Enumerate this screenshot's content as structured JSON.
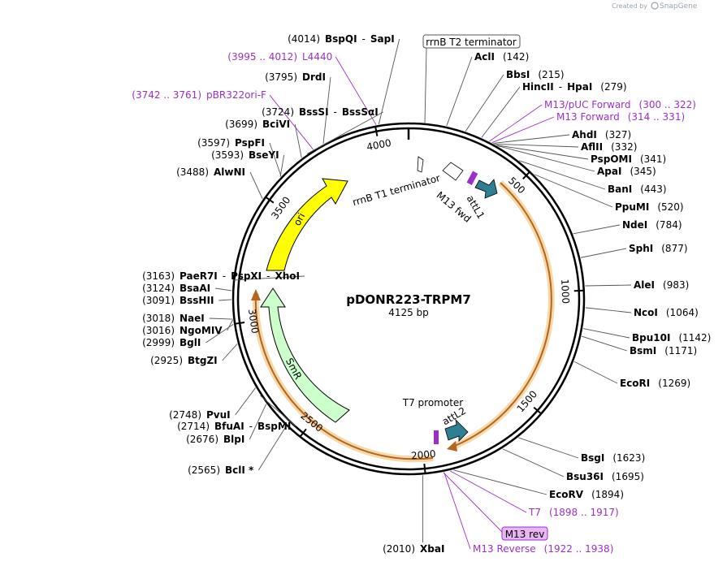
{
  "branding": {
    "created_by": "Created by",
    "app_name": "SnapGene"
  },
  "plasmid": {
    "name": "pDONR223-TRPM7",
    "size": "4125 bp"
  },
  "scale_ticks": [
    "500",
    "1000",
    "1500",
    "2000",
    "2500",
    "3000",
    "3500",
    "4000"
  ],
  "features": {
    "rrnB_T1": "rrnB T1 terminator",
    "rrnB_T2": "rrnB T2 terminator",
    "attL1": "attL1",
    "m13fwd": "M13 fwd",
    "ori": "ori",
    "smr": "SmR",
    "t7_promoter": "T7 promoter",
    "attL2": "attL2",
    "m13rev": "M13 rev"
  },
  "sites_left": [
    {
      "pos": "(4014)",
      "name": "BspQI",
      "sep": "-",
      "name2": "SapI"
    },
    {
      "range": "(3995 .. 4012)",
      "primer": "L4440"
    },
    {
      "pos": "(3795)",
      "name": "DrdI"
    },
    {
      "range": "(3742 .. 3761)",
      "primer": "pBR322ori-F"
    },
    {
      "pos": "(3724)",
      "name": "BssSI",
      "sep": "-",
      "name2": "BssSαI"
    },
    {
      "pos": "(3699)",
      "name": "BciVI"
    },
    {
      "pos": "(3597)",
      "name": "PspFI"
    },
    {
      "pos": "(3593)",
      "name": "BseYI"
    },
    {
      "pos": "(3488)",
      "name": "AlwNI"
    },
    {
      "pos": "(3163)",
      "name": "PaeR7I",
      "sep": "-",
      "name2": "PspXI",
      "sep2": "-",
      "name3": "XhoI"
    },
    {
      "pos": "(3124)",
      "name": "BsaAI"
    },
    {
      "pos": "(3091)",
      "name": "BssHII"
    },
    {
      "pos": "(3018)",
      "name": "NaeI"
    },
    {
      "pos": "(3016)",
      "name": "NgoMIV"
    },
    {
      "pos": "(2999)",
      "name": "BglI"
    },
    {
      "pos": "(2925)",
      "name": "BtgZI"
    },
    {
      "pos": "(2748)",
      "name": "PvuI"
    },
    {
      "pos": "(2714)",
      "name": "BfuAI",
      "sep": "-",
      "name2": "BspMI"
    },
    {
      "pos": "(2676)",
      "name": "BlpI"
    },
    {
      "pos": "(2565)",
      "name": "BclI *"
    },
    {
      "pos": "(2010)",
      "name": "XbaI"
    }
  ],
  "sites_right": [
    {
      "name": "AclI",
      "pos": "(142)"
    },
    {
      "name": "BbsI",
      "pos": "(215)"
    },
    {
      "name": "HincII",
      "sep": "-",
      "name2": "HpaI",
      "pos": "(279)"
    },
    {
      "primer": "M13/pUC Forward",
      "range": "(300 .. 322)"
    },
    {
      "primer": "M13 Forward",
      "range": "(314 .. 331)"
    },
    {
      "name": "AhdI",
      "pos": "(327)"
    },
    {
      "name": "AflII",
      "pos": "(332)"
    },
    {
      "name": "PspOMI",
      "pos": "(341)"
    },
    {
      "name": "ApaI",
      "pos": "(345)"
    },
    {
      "name": "BanI",
      "pos": "(443)"
    },
    {
      "name": "PpuMI",
      "pos": "(520)"
    },
    {
      "name": "NdeI",
      "pos": "(784)"
    },
    {
      "name": "SphI",
      "pos": "(877)"
    },
    {
      "name": "AleI",
      "pos": "(983)"
    },
    {
      "name": "NcoI",
      "pos": "(1064)"
    },
    {
      "name": "Bpu10I",
      "pos": "(1142)"
    },
    {
      "name": "BsmI",
      "pos": "(1171)"
    },
    {
      "name": "EcoRI",
      "pos": "(1269)"
    },
    {
      "name": "BsgI",
      "pos": "(1623)"
    },
    {
      "name": "Bsu36I",
      "pos": "(1695)"
    },
    {
      "name": "EcoRV",
      "pos": "(1894)"
    },
    {
      "primer": "T7",
      "range": "(1898 .. 1917)"
    },
    {
      "primer": "M13 Reverse",
      "range": "(1922 .. 1938)"
    }
  ],
  "colors": {
    "backbone": "#000000",
    "ori": "#ffff00",
    "smr": "#ccffcc",
    "orf": "#b5651d",
    "orf_glow": "#f5d9a8",
    "att": "#2f7f93",
    "primer": "#9b30c9",
    "primer_fill": "#e8b6f2"
  }
}
